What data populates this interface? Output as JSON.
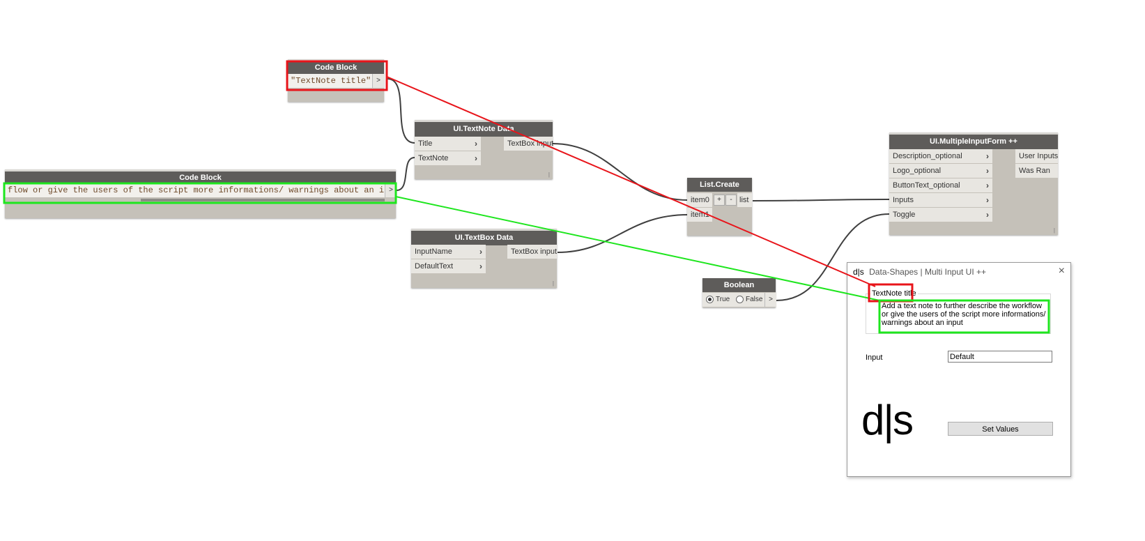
{
  "code_block_1": {
    "title": "Code Block",
    "code": "\"TextNote title\";",
    "output": ">"
  },
  "code_block_2": {
    "title": "Code Block",
    "code": "flow or give the users of the script more informations/ warnings about an input\";",
    "output": ">"
  },
  "textnote_node": {
    "title": "UI.TextNote Data",
    "inputs": [
      "Title",
      "TextNote"
    ],
    "output": "TextBox input"
  },
  "textbox_node": {
    "title": "UI.TextBox Data",
    "inputs": [
      "InputName",
      "DefaultText"
    ],
    "output": "TextBox input"
  },
  "list_create_node": {
    "title": "List.Create",
    "inputs": [
      "item0",
      "item1"
    ],
    "add": "+",
    "remove": "-",
    "output": "list"
  },
  "boolean_node": {
    "title": "Boolean",
    "true_label": "True",
    "false_label": "False",
    "output": ">"
  },
  "multi_input_node": {
    "title": "UI.MultipleInputForm ++",
    "inputs": [
      "Description_optional",
      "Logo_optional",
      "ButtonText_optional",
      "Inputs",
      "Toggle"
    ],
    "outputs": [
      "User Inputs",
      "Was Ran"
    ]
  },
  "dialog": {
    "logo_mark": "d|s",
    "title": "Data-Shapes | Multi Input UI ++",
    "close": "×",
    "note_title": "TextNote title",
    "note_body": "Add a text note to further describe the workflow or give the users of the script more informations/ warnings about an input",
    "input_label": "Input",
    "input_value": "Default",
    "big_logo": "d|s",
    "button_label": "Set Values"
  },
  "colors": {
    "red_highlight": "#e8141a",
    "green_highlight": "#1ee61e",
    "node_header": "#5e5c5a",
    "node_body": "#c5c1b9"
  }
}
